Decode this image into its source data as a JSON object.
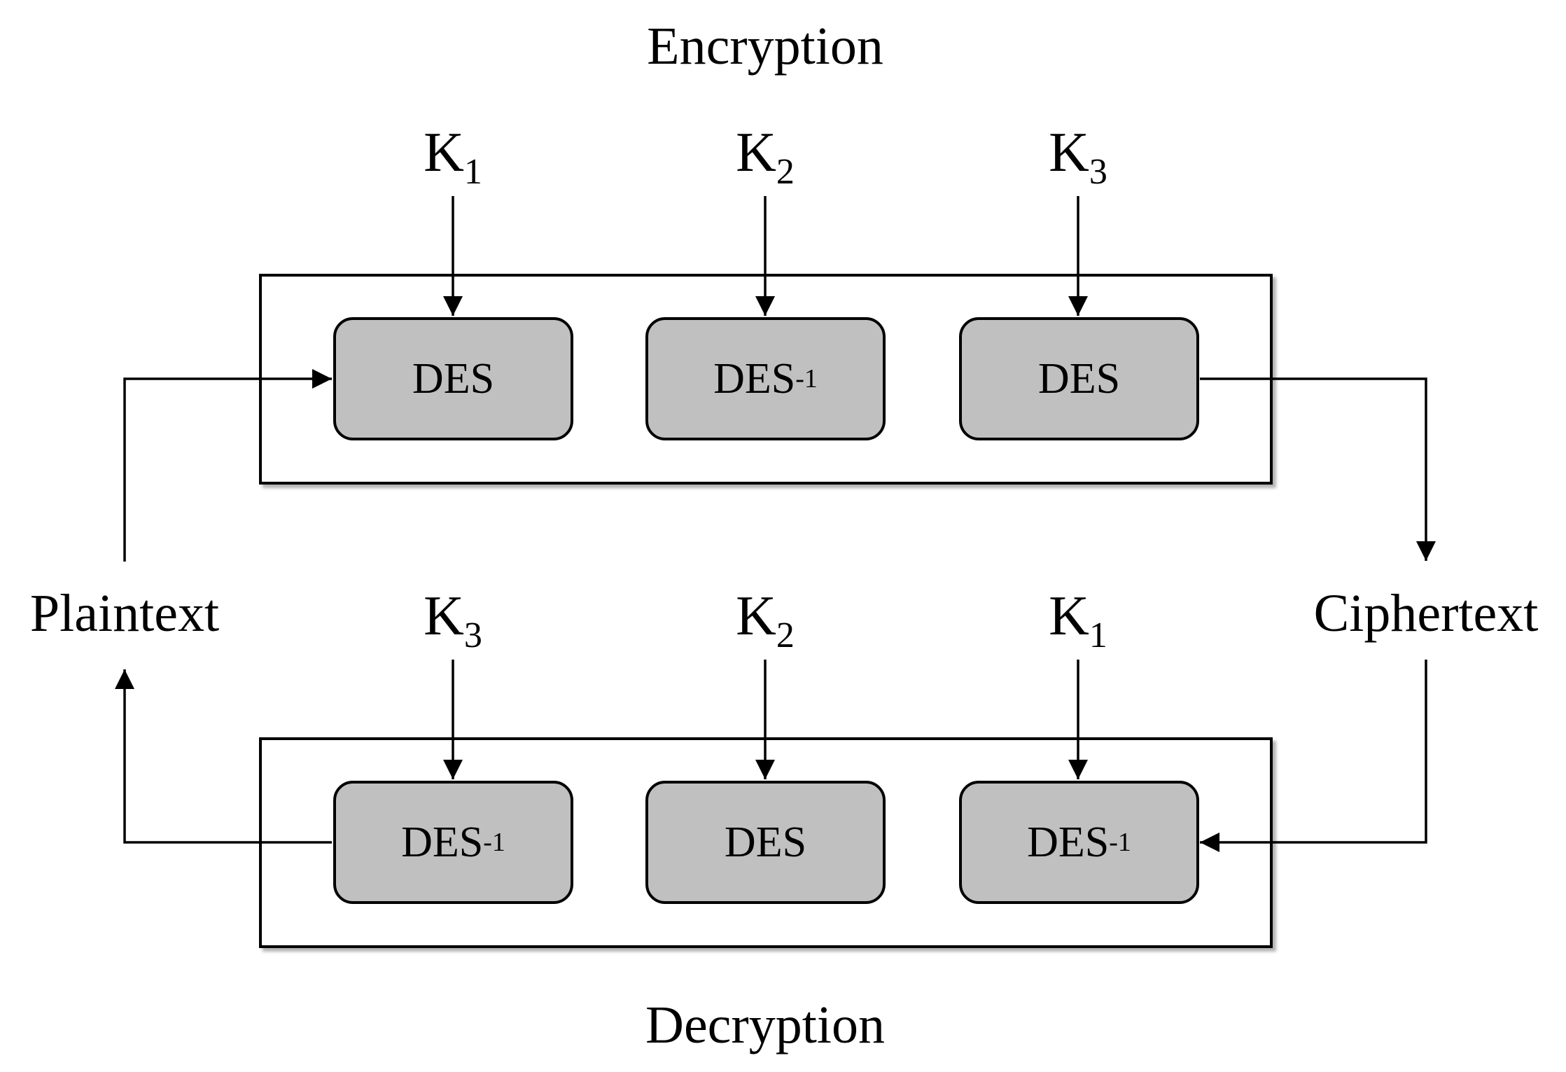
{
  "encryption": {
    "title": "Encryption",
    "keys": [
      {
        "letter": "K",
        "index": "1"
      },
      {
        "letter": "K",
        "index": "2"
      },
      {
        "letter": "K",
        "index": "3"
      }
    ],
    "stages": [
      {
        "name": "DES",
        "exp": ""
      },
      {
        "name": "DES",
        "exp": "-1"
      },
      {
        "name": "DES",
        "exp": ""
      }
    ]
  },
  "decryption": {
    "title": "Decryption",
    "keys": [
      {
        "letter": "K",
        "index": "3"
      },
      {
        "letter": "K",
        "index": "2"
      },
      {
        "letter": "K",
        "index": "1"
      }
    ],
    "stages": [
      {
        "name": "DES",
        "exp": "-1"
      },
      {
        "name": "DES",
        "exp": ""
      },
      {
        "name": "DES",
        "exp": "-1"
      }
    ]
  },
  "plaintext_label": "Plaintext",
  "ciphertext_label": "Ciphertext",
  "colors": {
    "stage_fill": "#c0c0c0",
    "stroke": "#000000",
    "background": "#ffffff"
  }
}
